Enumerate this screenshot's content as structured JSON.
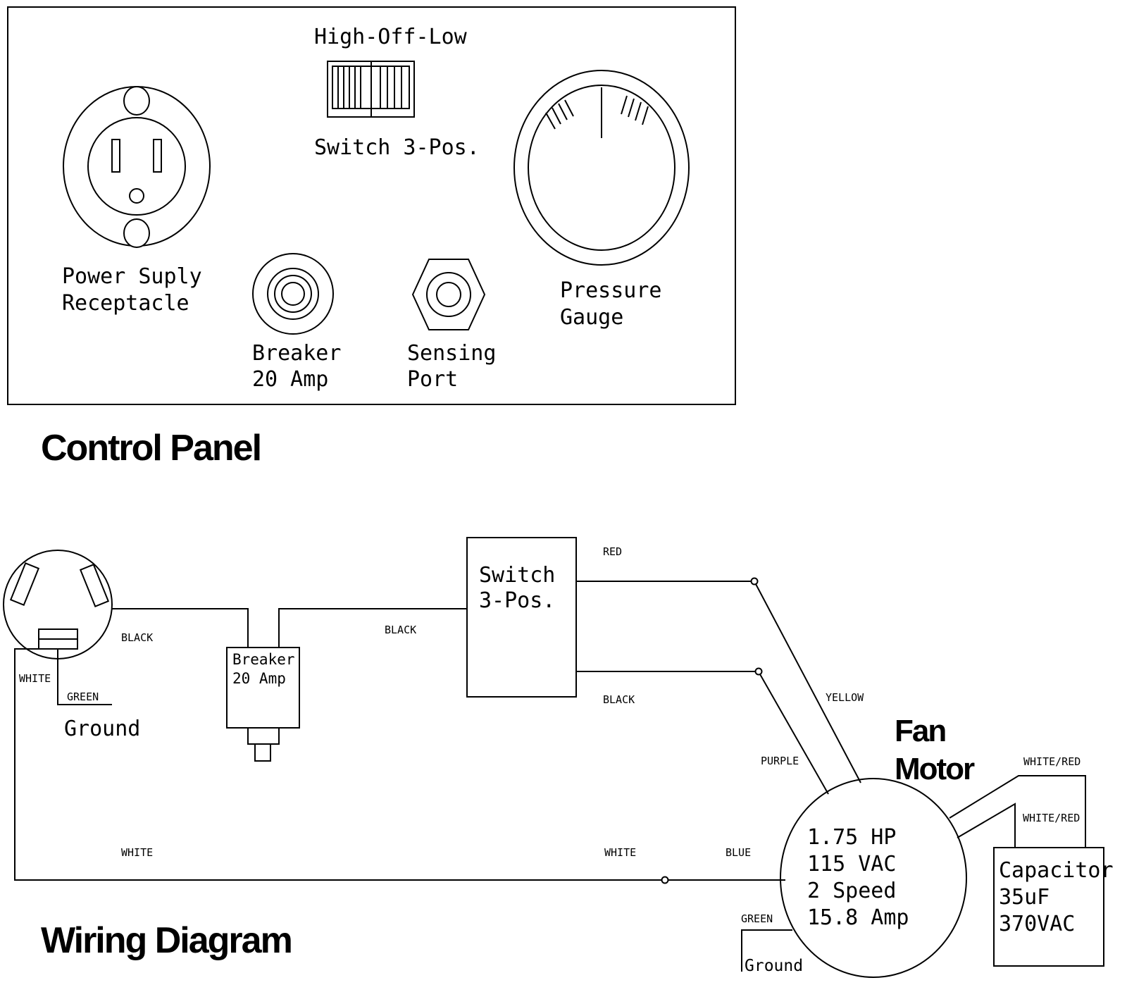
{
  "control_panel": {
    "title": "Control Panel",
    "switch_top_label": "High-Off-Low",
    "switch_label": "Switch 3-Pos.",
    "receptacle_label_1": "Power Suply",
    "receptacle_label_2": "Receptacle",
    "breaker_label_1": "Breaker",
    "breaker_label_2": "20 Amp",
    "sensing_label_1": "Sensing",
    "sensing_label_2": "Port",
    "gauge_label_1": "Pressure",
    "gauge_label_2": "Gauge"
  },
  "wiring_diagram": {
    "title": "Wiring Diagram",
    "switch_label_1": "Switch",
    "switch_label_2": "3-Pos.",
    "breaker_label_1": "Breaker",
    "breaker_label_2": "20 Amp",
    "ground_label": "Ground",
    "motor_title_1": "Fan",
    "motor_title_2": "Motor",
    "motor_spec_1": "1.75 HP",
    "motor_spec_2": "115 VAC",
    "motor_spec_3": "2 Speed",
    "motor_spec_4": "15.8 Amp",
    "motor_ground_label": "Ground",
    "capacitor_label_1": "Capacitor",
    "capacitor_label_2": "35uF",
    "capacitor_label_3": "370VAC",
    "wires": {
      "black_receptacle": "BLACK",
      "white_receptacle": "WHITE",
      "green_receptacle": "GREEN",
      "black_breaker_switch": "BLACK",
      "red": "RED",
      "black_switch_out": "BLACK",
      "yellow": "YELLOW",
      "purple": "PURPLE",
      "white_bottom_left": "WHITE",
      "white_bottom_right": "WHITE",
      "blue": "BLUE",
      "green_motor": "GREEN",
      "white_red_1": "WHITE/RED",
      "white_red_2": "WHITE/RED"
    }
  }
}
